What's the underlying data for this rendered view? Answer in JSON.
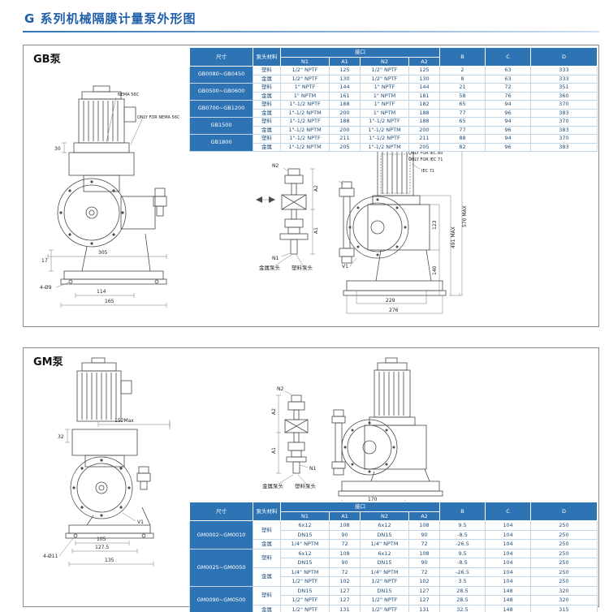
{
  "page": {
    "title": "G 系列机械隔膜计量泵外形图"
  },
  "colors": {
    "header_blue": "#2e74b5",
    "title_blue": "#1f5fa9"
  },
  "gb": {
    "panel_label": "GB泵",
    "table": {
      "headers": {
        "size": "尺寸",
        "material": "泵头材料",
        "interface": "接口",
        "n1": "N1",
        "a1": "A1",
        "n2": "N2",
        "a2": "A2",
        "b": "B",
        "c": "C",
        "d": "D"
      },
      "rows": [
        {
          "size": "GB0080~GB0450",
          "material": "塑料",
          "n1": "1/2\" NPTF",
          "a1": "125",
          "n2": "1/2\" NPTF",
          "a2": "125",
          "b": "2",
          "c": "63",
          "d": "333"
        },
        {
          "material": "金属",
          "n1": "1/2\" NPTF",
          "a1": "130",
          "n2": "1/2\" NPTF",
          "a2": "130",
          "b": "8",
          "c": "63",
          "d": "333"
        },
        {
          "size": "GB0500~GB0600",
          "material": "塑料",
          "n1": "1\" NPTF",
          "a1": "144",
          "n2": "1\" NPTF",
          "a2": "144",
          "b": "21",
          "c": "72",
          "d": "351"
        },
        {
          "material": "金属",
          "n1": "1\" NPTM",
          "a1": "161",
          "n2": "1\" NPTM",
          "a2": "181",
          "b": "58",
          "c": "76",
          "d": "360"
        },
        {
          "size": "GB0700~GB1200",
          "material": "塑料",
          "n1": "1\"-1/2 NPTF",
          "a1": "188",
          "n2": "1\" NPTF",
          "a2": "182",
          "b": "65",
          "c": "94",
          "d": "370"
        },
        {
          "material": "金属",
          "n1": "1\"-1/2 NPTM",
          "a1": "200",
          "n2": "1\" NPTM",
          "a2": "188",
          "b": "77",
          "c": "96",
          "d": "383"
        },
        {
          "size": "GB1500",
          "material": "塑料",
          "n1": "1\"-1/2 NPTF",
          "a1": "188",
          "n2": "1\"-1/2 NPTF",
          "a2": "188",
          "b": "65",
          "c": "94",
          "d": "370"
        },
        {
          "material": "金属",
          "n1": "1\"-1/2 NPTM",
          "a1": "200",
          "n2": "1\"-1/2 NPTM",
          "a2": "200",
          "b": "77",
          "c": "96",
          "d": "383"
        },
        {
          "size": "GB1800",
          "material": "塑料",
          "n1": "1\"-1/2 NPTF",
          "a1": "211",
          "n2": "1\"-1/2 NPTF",
          "a2": "211",
          "b": "88",
          "c": "94",
          "d": "370"
        },
        {
          "material": "金属",
          "n1": "1\"-1/2 NPTM",
          "a1": "205",
          "n2": "1\"-1/2 NPTM",
          "a2": "205",
          "b": "82",
          "c": "96",
          "d": "383"
        }
      ]
    },
    "labels": {
      "nema": "NEMA 56C",
      "only_nema": "ONLY FOR NEMA 56C",
      "d30": "30",
      "d17": "17",
      "d305": "305",
      "d114": "114",
      "d165": "165",
      "holes": "4-Ø9",
      "n2": "N2",
      "n1": "N1",
      "a2": "A2",
      "a1": "A1",
      "metal_head": "金属泵头",
      "plastic_head": "塑料泵头",
      "iec80": "IEC 80",
      "only_iec80": "ONLY FOR IEC 80",
      "iec71": "IEC 71",
      "only_iec71": "ONLY FOR IEC 71",
      "d570": "570 MAX",
      "d491": "491 MAX",
      "d229": "229",
      "d276": "276",
      "d123": "123",
      "d140": "140",
      "v1": "V1"
    }
  },
  "gm": {
    "panel_label": "GM泵",
    "table": {
      "headers": {
        "size": "尺寸",
        "material": "泵头材料",
        "interface": "接口",
        "n1": "N1",
        "a1": "A1",
        "n2": "N2",
        "a2": "A2",
        "b": "B",
        "c": "C",
        "d": "D"
      },
      "rows": [
        {
          "size": "GM0002~GM0010",
          "material": "塑料",
          "n1": "6x12",
          "a1": "108",
          "n2": "6x12",
          "a2": "108",
          "b": "9.5",
          "c": "104",
          "d": "250"
        },
        {
          "n1": "DN15",
          "a1": "90",
          "n2": "DN15",
          "a2": "90",
          "b": "-8.5",
          "c": "104",
          "d": "250"
        },
        {
          "material": "金属",
          "n1": "1/4\" NPTM",
          "a1": "72",
          "n2": "1/4\" NPTM",
          "a2": "72",
          "b": "-26.5",
          "c": "104",
          "d": "250"
        },
        {
          "size": "GM0025~GM0050",
          "material": "塑料",
          "n1": "6x12",
          "a1": "108",
          "n2": "6x12",
          "a2": "108",
          "b": "9.5",
          "c": "104",
          "d": "250"
        },
        {
          "n1": "DN15",
          "a1": "90",
          "n2": "DN15",
          "a2": "90",
          "b": "-8.5",
          "c": "104",
          "d": "250"
        },
        {
          "material": "金属",
          "n1": "1/4\" NPTM",
          "a1": "72",
          "n2": "1/4\" NPTM",
          "a2": "72",
          "b": "-26.5",
          "c": "104",
          "d": "250"
        },
        {
          "n1": "1/2\" NPTF",
          "a1": "102",
          "n2": "1/2\" NPTF",
          "a2": "102",
          "b": "3.5",
          "c": "104",
          "d": "250"
        },
        {
          "size": "GM0090~GM0500",
          "material": "塑料",
          "n1": "DN15",
          "a1": "127",
          "n2": "DN15",
          "a2": "127",
          "b": "28.5",
          "c": "148",
          "d": "320"
        },
        {
          "n1": "1/2\" NPTF",
          "a1": "127",
          "n2": "1/2\" NPTF",
          "a2": "127",
          "b": "28.5",
          "c": "148",
          "d": "320"
        },
        {
          "material": "金属",
          "n1": "1/2\" NPTF",
          "a1": "131",
          "n2": "1/2\" NPTF",
          "a2": "131",
          "b": "32.5",
          "c": "148",
          "d": "315"
        }
      ]
    },
    "labels": {
      "d152": "152Max",
      "d32": "32",
      "d105": "105",
      "d1275": "127.5",
      "holes": "4-Ø11",
      "d135": "135",
      "v1": "V1",
      "n2": "N2",
      "n1": "N1",
      "a2": "A2",
      "a1": "A1",
      "metal_head": "金属泵头",
      "plastic_head": "塑料泵头",
      "d170": "170"
    }
  }
}
